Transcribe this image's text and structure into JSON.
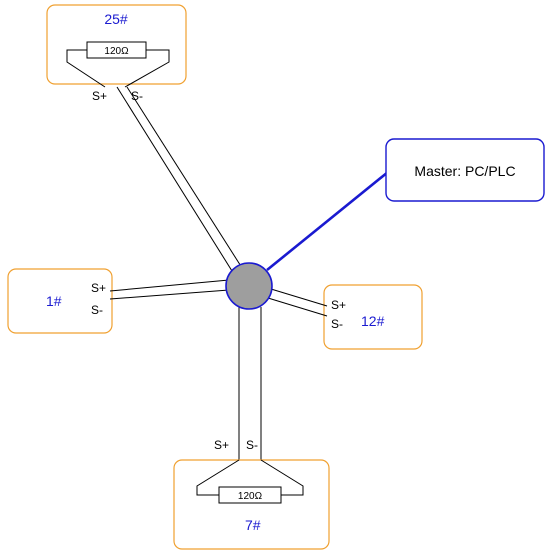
{
  "master": {
    "label": "Master: PC/PLC"
  },
  "nodes": {
    "top": {
      "label": "25#",
      "resistor": "120Ω",
      "s_plus": "S+",
      "s_minus": "S-"
    },
    "left": {
      "label": "1#",
      "s_plus": "S+",
      "s_minus": "S-"
    },
    "right": {
      "label": "12#",
      "s_plus": "S+",
      "s_minus": "S-"
    },
    "bottom": {
      "label": "7#",
      "resistor": "120Ω",
      "s_plus": "S+",
      "s_minus": "S-"
    }
  },
  "colors": {
    "node_border": "#f0a030",
    "master_border": "#1a1ad0",
    "hub_fill": "#9e9e9e",
    "label_blue": "#1a1ad0"
  }
}
